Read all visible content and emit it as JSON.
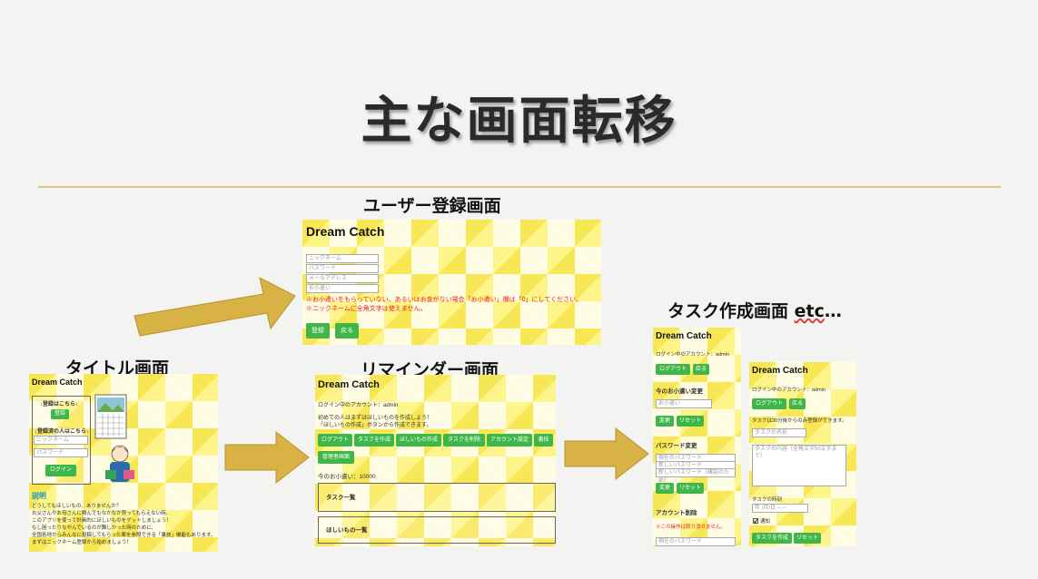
{
  "slide": {
    "title": "主な画面転移"
  },
  "captions": {
    "register": "ユーザー登録画面",
    "title_screen": "タイトル画面",
    "reminder": "リマインダー画面",
    "task_create": "タスク作成画面",
    "task_create_etc": "etc",
    "task_create_dots": "…"
  },
  "register": {
    "app_title": "Dream Catch",
    "nickname_placeholder": "ニックネーム",
    "password_placeholder": "パスワード",
    "email_placeholder": "メールアドレス",
    "allowance_placeholder": "お小遣い",
    "note1": "※お小遣いをもらっていない、あるいはお金がない場合「お小遣い」欄は「0」にしてください。",
    "note2": "※ニックネームに全角文字は使えません。",
    "register_button": "登録",
    "back_button": "戻る"
  },
  "title_screen": {
    "app_title": "Dream Catch",
    "new_user_label": "↓登録はこちら↓",
    "register_button": "登録",
    "existing_user_label": "↓登録済の人はこちら↓",
    "nickname_placeholder": "ニックネーム",
    "password_placeholder": "パスワード",
    "login_button": "ログイン",
    "desc_heading": "説明",
    "desc_lines": [
      "どうしてもほしいもの、ありませんか？",
      "お父さんやお母さんに頼んでもなかなか買ってもらえない時、",
      "このアプリを使って計画的にほしいものをゲットしましょう！",
      "もし困ったりなやんでいるのが難しかった時のために、",
      "全国各地からみんなに投稿してもらった案を参照できる「裏技」機能もあります。",
      "まずはニックネーム登録から始めましょう！"
    ]
  },
  "reminder": {
    "app_title": "Dream Catch",
    "login_account": "ログイン中のアカウント：admin",
    "intro1": "初めての人はまずはほしいものを作成しよう！",
    "intro2": "「ほしいもの作成」ボタンから作成できます。",
    "menu": [
      "ログアウト",
      "タスクを作成",
      "ほしいもの作成",
      "タスクを削除",
      "アカウント設定",
      "裏技"
    ],
    "admin_button": "管理者画面",
    "allowance": "今のお小遣い：10000",
    "task_list": "タスク一覧",
    "wish_list": "ほしいもの一覧"
  },
  "settings": {
    "app_title": "Dream Catch",
    "login_account": "ログイン中のアカウント：admin",
    "logout_button": "ログアウト",
    "back_button": "戻る",
    "allowance_heading": "今のお小遣い変更",
    "allowance_placeholder": "お小遣い",
    "change_button": "変更",
    "reset_button": "リセット",
    "password_heading": "パスワード変更",
    "current_password": "現在のパスワード",
    "new_password": "新しいパスワード",
    "new_password_confirm": "新しいパスワード（確認のため）",
    "password_change_button": "変更",
    "password_reset_button": "リセット",
    "delete_heading": "アカウント削除",
    "delete_warning": "※この操作は取り消せません。",
    "delete_password": "現在のパスワード"
  },
  "task_form": {
    "app_title": "Dream Catch",
    "login_account": "ログイン中のアカウント：admin",
    "logout_button": "ログアウト",
    "back_button": "戻る",
    "note": "タスクは30分後からのみ登録ができます。",
    "name_placeholder": "タスクの名前",
    "content_placeholder": "タスクの内容（全角文字50文字まで）",
    "time_label": "タスクの時刻",
    "date_placeholder": "年 /月/日 --:--",
    "notify_label": "通知",
    "create_button": "タスクを作成",
    "reset_button": "リセット"
  },
  "colors": {
    "button_green": "#3fb64a",
    "arrow_gold": "#d9b245",
    "divider": "#d9c48a"
  }
}
